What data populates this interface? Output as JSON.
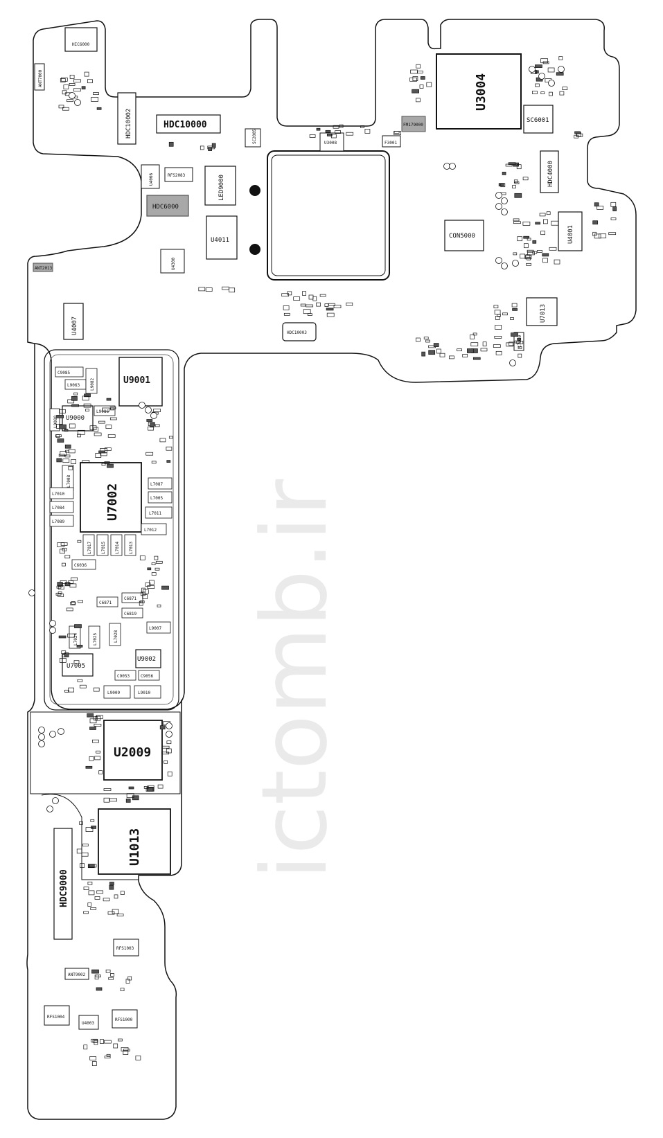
{
  "watermark": "ictomb.ir",
  "labels": {
    "hic6000": "HIC6000",
    "ant7000": "ANT7000",
    "hdc10002": "HDC10002",
    "hdc10000": "HDC10000",
    "sc2005": "SC2005",
    "u3008": "U3008",
    "f3001": "F3001",
    "fm179000": "FM179000",
    "u3004": "U3004",
    "sc6001": "SC6001",
    "hdc4000": "HDC4000",
    "con5000": "CON5000",
    "u4001": "U4001",
    "u4066": "U4066",
    "rfs2083": "RFS2083",
    "hdc6000": "HDC6000",
    "led9000": "LED9000",
    "u4011": "U4011",
    "u4300": "U4300",
    "ant2013": "ANT2013",
    "u4007": "U4007",
    "hdc10003": "HDC10003",
    "u7013": "U7013",
    "c7080": "C7080",
    "u9001": "U9001",
    "c9085": "C9085",
    "l9063": "L9063",
    "l9082": "L9082",
    "u9000": "U9000",
    "l9080": "L9080",
    "l9086": "L9086",
    "l7008": "L7008",
    "u7002": "U7002",
    "l7010": "L7010",
    "l7084": "L7084",
    "l7089": "L7089",
    "l7087": "L7087",
    "l7005": "L7005",
    "l7011": "L7011",
    "l7012": "L7012",
    "l7017": "L7017",
    "l7015": "L7015",
    "l7014": "L7014",
    "l7013": "L7013",
    "c6036": "C6036",
    "c6871a": "C6871",
    "c6871b": "C6871",
    "c6819": "C6819",
    "l7024": "L7024",
    "l7025": "L7025",
    "l7028": "L7028",
    "l9007": "L9007",
    "u7005": "U7005",
    "u9002": "U9002",
    "c9053": "C9053",
    "c9056": "C9056",
    "l9009": "L9009",
    "l9010": "L9010",
    "u2009": "U2009",
    "u1013": "U1013",
    "hdc9000": "HDC9000",
    "rfs1003": "RFS1003",
    "ant9002": "ANT9002",
    "rfs1004": "RFS1004",
    "u4003": "U4003",
    "rfs1000": "RFS1000"
  },
  "colors": {
    "outline": "#111111",
    "fill_gray": "#a8a8a8",
    "dark_gray": "#555555"
  }
}
